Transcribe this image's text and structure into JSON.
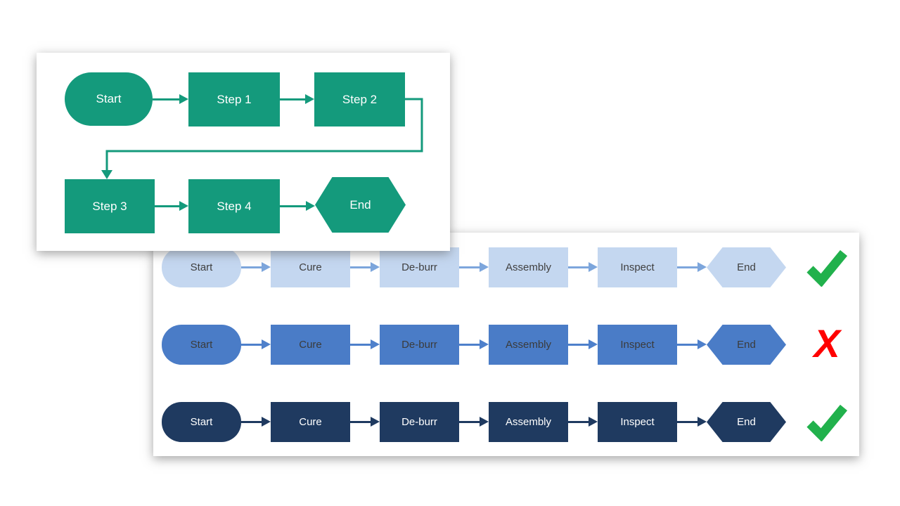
{
  "page": {
    "background": "#FFFFFF"
  },
  "panel1": {
    "accent_color": "#149A7C",
    "text_color": "#FFFFFF",
    "nodes": [
      {
        "label": "Start",
        "shape": "stadium"
      },
      {
        "label": "Step 1",
        "shape": "rectangle"
      },
      {
        "label": "Step 2",
        "shape": "rectangle"
      },
      {
        "label": "Step 3",
        "shape": "rectangle"
      },
      {
        "label": "Step 4",
        "shape": "rectangle"
      },
      {
        "label": "End",
        "shape": "hexagon"
      }
    ]
  },
  "panel2": {
    "step_labels": [
      "Start",
      "Cure",
      "De-burr",
      "Assembly",
      "Inspect",
      "End"
    ],
    "shapes": [
      "stadium",
      "rectangle",
      "rectangle",
      "rectangle",
      "rectangle",
      "hexagon"
    ],
    "rows": [
      {
        "fill": "#C4D7F0",
        "text_color": "#404040",
        "arrow_color": "#7DA6DC",
        "status": "pass"
      },
      {
        "fill": "#4A7CC7",
        "text_color": "#3B3B3B",
        "arrow_color": "#4E80CB",
        "status": "fail"
      },
      {
        "fill": "#1F3A60",
        "text_color": "#FFFFFF",
        "arrow_color": "#1F3A60",
        "status": "pass"
      }
    ],
    "status_colors": {
      "pass": "#21B14C",
      "fail": "#FF0000"
    },
    "fail_glyph": "X"
  }
}
